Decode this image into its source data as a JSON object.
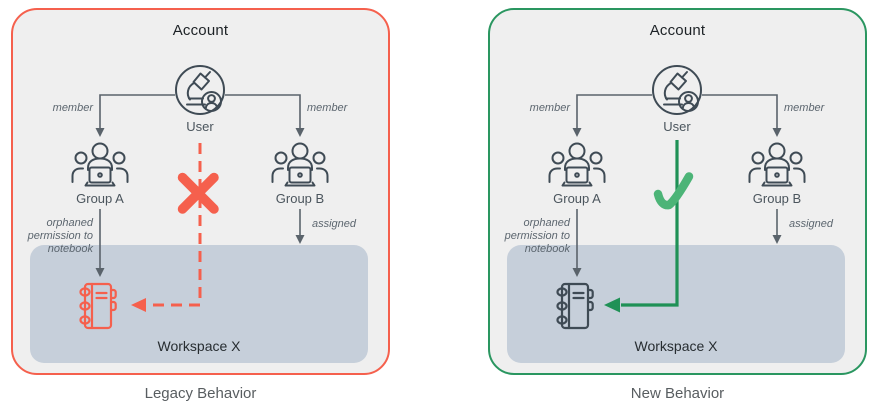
{
  "colors": {
    "canvas_bg": "#ffffff",
    "account_fill": "#efefef",
    "workspace_fill": "#c6cfda",
    "legacy_accent": "#f5604d",
    "new_accent": "#1f9156",
    "new_border": "#2a9660",
    "check_green": "#4cb477",
    "icon_stroke": "#3f4b55",
    "connector_gray": "#5a636b",
    "label_gray": "#5c666f"
  },
  "icons": {
    "user": "microscope-user-icon",
    "group": "people-group-laptop-icon",
    "notebook": "spiral-notebook-icon",
    "legacy_mark": "red-x-mark-icon",
    "new_mark": "green-check-mark-icon"
  },
  "diagrams": [
    {
      "account_label": "Account",
      "user_label": "User",
      "member_left_label": "member",
      "member_right_label": "member",
      "group_a_label": "Group A",
      "group_b_label": "Group B",
      "orphaned_label": "orphaned\npermission to\nnotebook",
      "assigned_label": "assigned",
      "workspace_label": "Workspace X",
      "caption": "Legacy Behavior"
    },
    {
      "account_label": "Account",
      "user_label": "User",
      "member_left_label": "member",
      "member_right_label": "member",
      "group_a_label": "Group A",
      "group_b_label": "Group B",
      "orphaned_label": "orphaned\npermission to\nnotebook",
      "assigned_label": "assigned",
      "workspace_label": "Workspace X",
      "caption": "New Behavior"
    }
  ]
}
